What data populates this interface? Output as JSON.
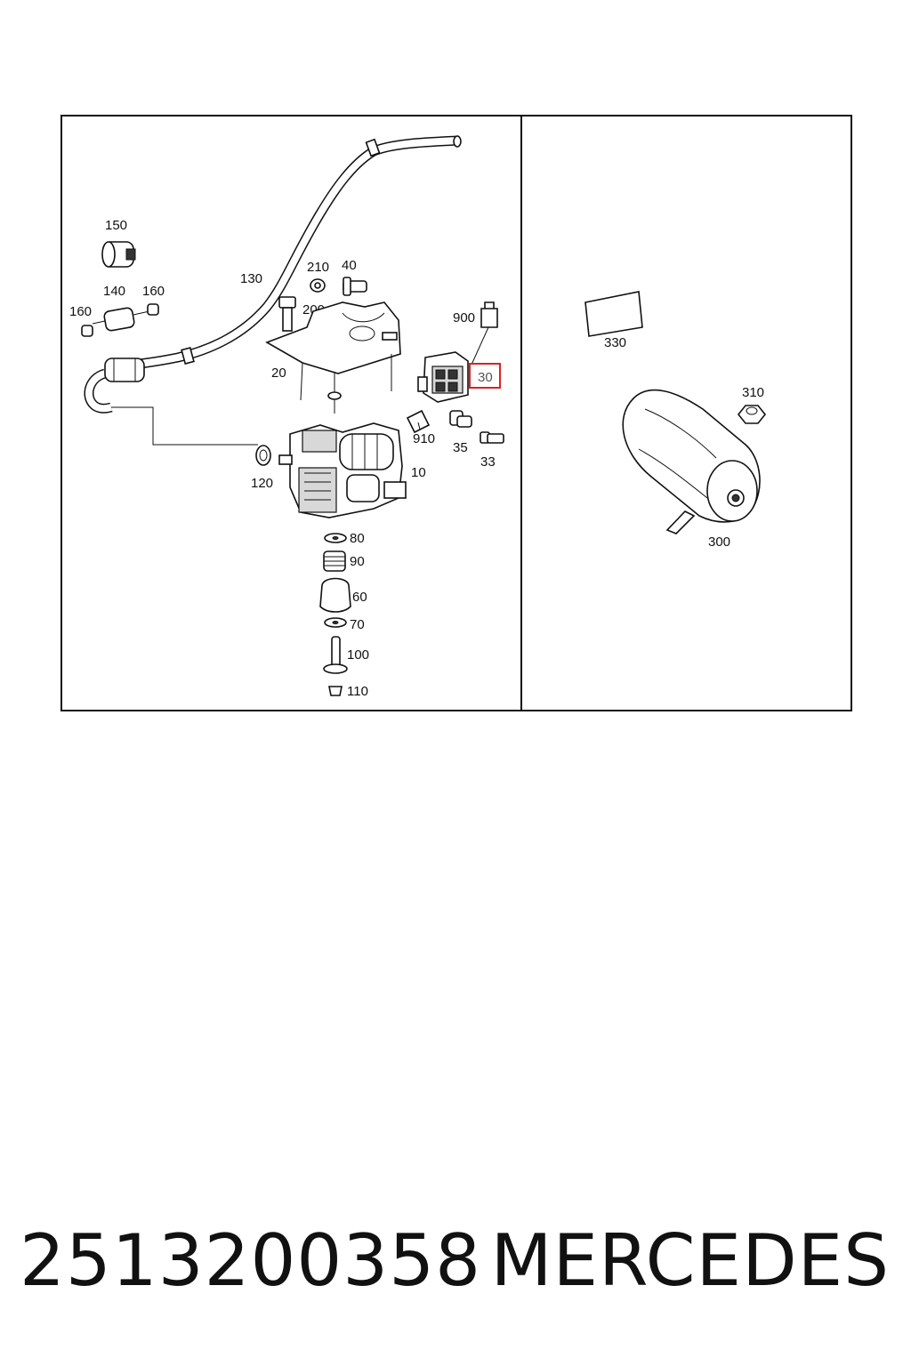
{
  "diagram": {
    "left_panel": {
      "callouts": {
        "p150": "150",
        "p140": "140",
        "p160a": "160",
        "p160b": "160",
        "p130": "130",
        "p210": "210",
        "p40": "40",
        "p200": "200",
        "p900": "900",
        "p20": "20",
        "p30": "30",
        "p910": "910",
        "p35": "35",
        "p33": "33",
        "p120": "120",
        "p10": "10",
        "p80": "80",
        "p90": "90",
        "p60": "60",
        "p70": "70",
        "p100": "100",
        "p110": "110"
      },
      "highlighted_part": "30",
      "highlight_color": "#e02020"
    },
    "right_panel": {
      "callouts": {
        "p330": "330",
        "p310": "310",
        "p300": "300"
      }
    }
  },
  "footer": {
    "part_number": "2513200358",
    "brand": "MERCEDES"
  }
}
